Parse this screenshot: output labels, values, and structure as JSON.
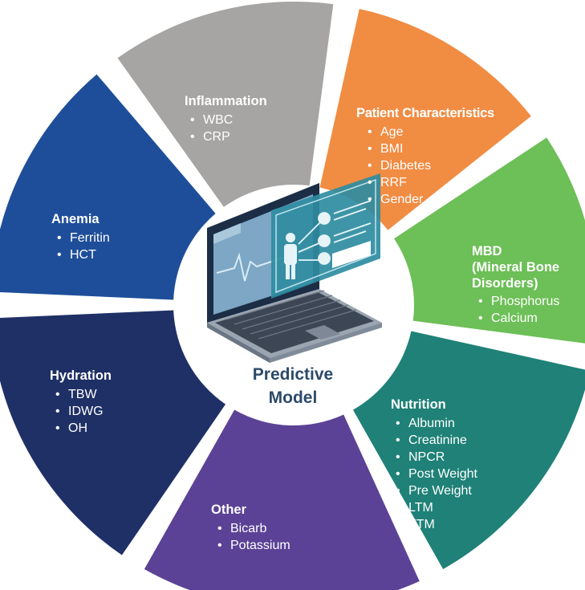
{
  "center": {
    "line1": "Predictive",
    "line2": "Model"
  },
  "segments": {
    "inflammation": {
      "title": "Inflammation",
      "color": "#a6a5a3",
      "items": [
        "WBC",
        "CRP"
      ]
    },
    "patient": {
      "title": "Patient Characteristics",
      "color": "#f18c43",
      "items": [
        "Age",
        "BMI",
        "Diabetes",
        "RRF",
        "Gender"
      ]
    },
    "mbd": {
      "title_lines": [
        "MBD",
        "(Mineral Bone",
        "Disorders)"
      ],
      "color": "#6dbf57",
      "items": [
        "Phosphorus",
        "Calcium"
      ]
    },
    "nutrition": {
      "title": "Nutrition",
      "color": "#1f8177",
      "items": [
        "Albumin",
        "Creatinine",
        "NPCR",
        "Post Weight",
        "Pre Weight"
      ],
      "extra_line": "LTM",
      "last_item": "FTM"
    },
    "other": {
      "title": "Other",
      "color": "#5c4296",
      "items": [
        "Bicarb",
        "Potassium"
      ]
    },
    "hydration": {
      "title": "Hydration",
      "color": "#1f3066",
      "items": [
        "TBW",
        "IDWG",
        "OH"
      ]
    },
    "anemia": {
      "title": "Anemia",
      "color": "#1e4e9a",
      "items": [
        "Ferritin",
        "HCT"
      ]
    }
  }
}
